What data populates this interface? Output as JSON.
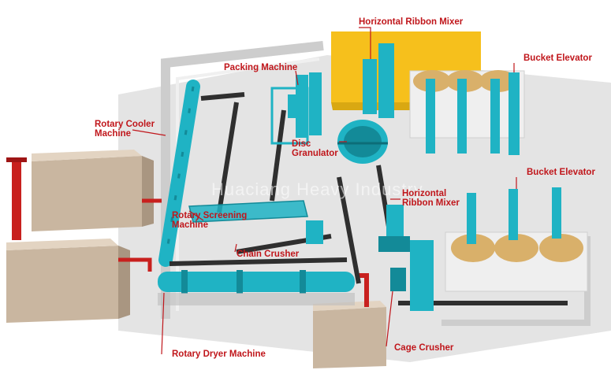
{
  "labels": {
    "horizontal_ribbon_mixer_top": "Horizontal Ribbon Mixer",
    "packing_machine": "Packing Machine",
    "bucket_elevator_top": "Bucket Elevator",
    "rotary_cooler_line1": "Rotary Cooler",
    "rotary_cooler_line2": "Machine",
    "disc_granulator_line1": "Disc",
    "disc_granulator_line2": "Granulator",
    "bucket_elevator_right": "Bucket Elevator",
    "horizontal_ribbon_mixer_mid_line1": "Horizontal",
    "horizontal_ribbon_mixer_mid_line2": "Ribbon Mixer",
    "rotary_screening_line1": "Rotary Screening",
    "rotary_screening_line2": "Machine",
    "chain_crusher": "Chain Crusher",
    "rotary_dryer": "Rotary Dryer  Machine",
    "cage_crusher": "Cage Crusher"
  },
  "watermark": "Huaciang Heavy Industry",
  "colors": {
    "label": "#c0161b",
    "machine": "#1fb3c4",
    "machine_dark": "#138a98",
    "floor": "#e6e6e6",
    "wall": "#cfcfcf",
    "yellow_pad": "#f7c21a",
    "disc": "#d9b06a",
    "pipe": "#c8201e",
    "conveyor": "#3a3a3a"
  }
}
